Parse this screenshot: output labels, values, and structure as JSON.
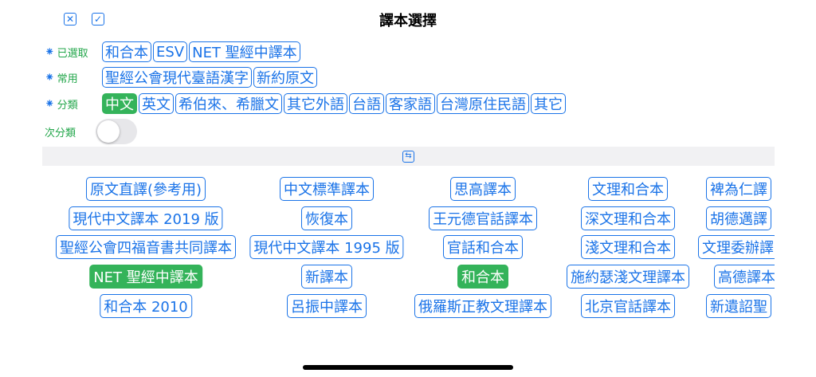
{
  "header": {
    "title": "譯本選擇",
    "close_icon": "✕",
    "confirm_icon": "✓"
  },
  "selected": {
    "label": "已選取",
    "icon": "sparkle-icon",
    "items": [
      "和合本",
      "ESV",
      "NET 聖經中譯本"
    ]
  },
  "common": {
    "label": "常用",
    "icon": "sparkle-icon",
    "items": [
      "聖經公會現代臺語漢字",
      "新約原文"
    ]
  },
  "category": {
    "label": "分類",
    "icon": "sparkle-icon",
    "items": [
      "中文",
      "英文",
      "希伯來、希臘文",
      "其它外語",
      "台語",
      "客家語",
      "台灣原住民語",
      "其它"
    ],
    "active": "中文"
  },
  "subcategory": {
    "label": "次分類",
    "enabled": false
  },
  "swap_icon": "⇆",
  "versions": {
    "col1": [
      "原文直譯(參考用)",
      "現代中文譯本 2019 版",
      "聖經公會四福音書共同譯本",
      "NET 聖經中譯本",
      "和合本 2010"
    ],
    "col2": [
      "中文標準譯本",
      "恢復本",
      "現代中文譯本 1995 版",
      "新譯本",
      "呂振中譯本"
    ],
    "col3": [
      "思高譯本",
      "王元德官話譯本",
      "官話和合本",
      "和合本",
      "俄羅斯正教文理譯本"
    ],
    "col4": [
      "文理和合本",
      "深文理和合本",
      "淺文理和合本",
      "施約瑟淺文理譯本",
      "北京官話譯本"
    ],
    "col5": [
      "裨為仁譯",
      "胡德邁譯",
      "文理委辦譯",
      "高德譯本",
      "新遺詔聖"
    ],
    "active": [
      "NET 聖經中譯本",
      "和合本"
    ]
  },
  "colors": {
    "accent": "#1a73e8",
    "active_green": "#34b35a",
    "label_green": "#22a64a"
  }
}
